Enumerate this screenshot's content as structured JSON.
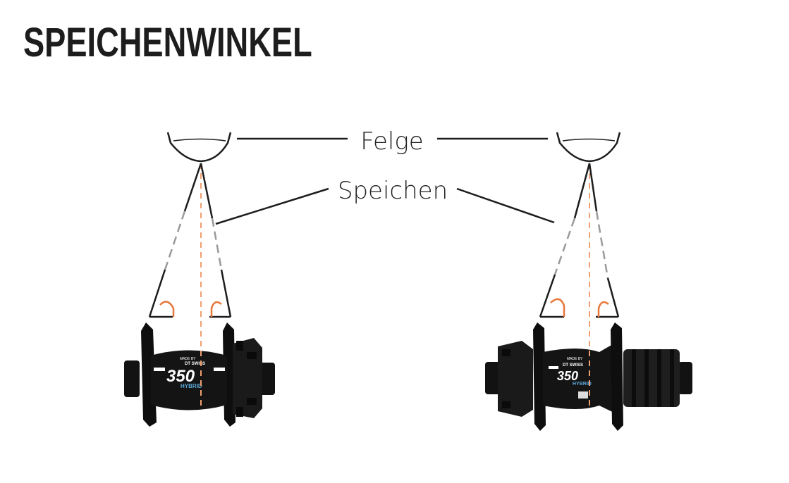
{
  "title": "SPEICHENWINKEL",
  "labels": {
    "rim": "Felge",
    "spokes": "Speichen"
  },
  "hubs": {
    "front": {
      "made_by": "MADE BY",
      "brand": "DT SWISS",
      "model": "350",
      "variant": "HYBRID"
    },
    "rear": {
      "made_by": "MADE BY",
      "brand": "DT SWISS",
      "model": "350",
      "variant": "HYBRID"
    }
  },
  "colors": {
    "line": "#1d1d1d",
    "dashed_spoke": "#9a9a9a",
    "center_line": "#f0a070",
    "angle_arc": "#e8763a",
    "hub_body": "#0e0e0e",
    "hub_accent": "#5aa6d6"
  }
}
